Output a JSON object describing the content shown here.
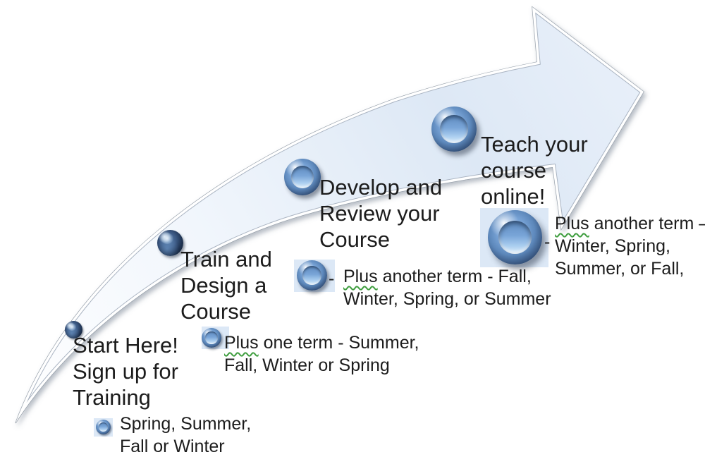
{
  "diagram": {
    "type": "curved-arrow-process",
    "description_direction": "up-right"
  },
  "colors": {
    "arrow_fill_light": "#ffffff",
    "arrow_fill_deep": "#dde8f5",
    "arrow_outline_gray": "#97a0aa",
    "arrow_bevel_white": "#ffffff",
    "pearl_blue": "#7aa5d8",
    "pearl_dark_navy": "#1f3352",
    "bullet_image_bg": "#dce8f6",
    "text": "#1c1c1c",
    "grammar_squiggle_green": "#3f9e3f"
  },
  "stages": [
    {
      "title_lines": [
        "Start Here!",
        "Sign up for",
        "Training"
      ],
      "bullet": {
        "line1": "Spring, Summer,",
        "line2": "Fall or Winter"
      }
    },
    {
      "title_lines": [
        "Train and",
        "Design a",
        "Course"
      ],
      "bullet": {
        "word1": "Plus",
        "line1_rest": " one term - Summer,",
        "line2": "Fall, Winter or Spring"
      }
    },
    {
      "title_lines": [
        "Develop and",
        "Review your",
        "Course"
      ],
      "bullet": {
        "leader_dash": "-",
        "word1": "Plus",
        "line1_rest": " another term - Fall,",
        "line2": "Winter, Spring, or Summer"
      }
    },
    {
      "title_lines": [
        "Teach your",
        "course",
        "online!"
      ],
      "bullet": {
        "leader_dash": "-",
        "word1": "Plus",
        "line1_rest": " another term –",
        "line2": "Winter, Spring,",
        "line3": "Summer, or Fall,"
      }
    }
  ]
}
